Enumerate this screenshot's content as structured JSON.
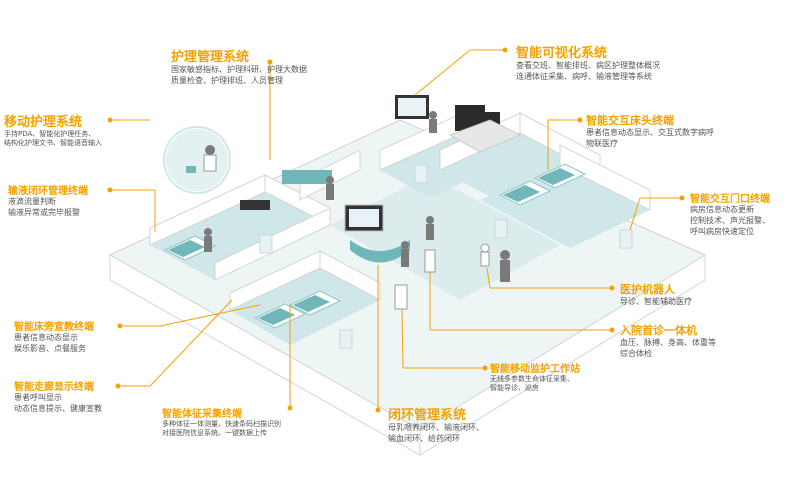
{
  "colors": {
    "accent": "#f5a200",
    "floor": "#cfe7e8",
    "teal": "#6fb7b9",
    "wall": "#ffffff",
    "wall_line": "#d5d5d5",
    "text": "#555555"
  },
  "labels": {
    "nursing_mgmt": {
      "title": "护理管理系统",
      "lines": [
        "国家敏感指标、护理科研、护理大数据",
        "质量检查、护理排班、人员管理"
      ]
    },
    "smart_visual": {
      "title": "智能可视化系统",
      "lines": [
        "查看交班、智能排班、病区护理整体概况",
        "连通体征采集、病呼、输液管理等系统"
      ]
    },
    "mobile_nursing": {
      "title": "移动护理系统",
      "lines": [
        "手持PDA、智能化护理任务、",
        "结构化护理文书、智能语音输入"
      ]
    },
    "bedside_terminal": {
      "title": "智能交互床头终端",
      "lines": [
        "患者信息动态显示、交互式数字病呼",
        "物联医疗"
      ]
    },
    "infusion": {
      "title": "输液闭环管理终端",
      "lines": [
        "液滴流量判断",
        "输液异常或完毕报警"
      ]
    },
    "door_terminal": {
      "title": "智能交互门口终端",
      "lines": [
        "病房信息动态更新",
        "控制技术、声光报警、",
        "呼叫病房快速定位"
      ]
    },
    "robot": {
      "title": "医护机器人",
      "lines": [
        "导诊、智能辅助医疗"
      ]
    },
    "bed_education": {
      "title": "智能床旁宣教终端",
      "lines": [
        "患者信息动态显示",
        "娱乐影音、点餐服务"
      ]
    },
    "admission": {
      "title": "入院首诊一体机",
      "lines": [
        "血压、脉搏、身高、体重等",
        "综合体检"
      ]
    },
    "mobile_station": {
      "title": "智能移动监护工作站",
      "lines": [
        "无线多参数生命体征采集、",
        "智能导诊、巡房"
      ]
    },
    "corridor": {
      "title": "智能走廊显示终端",
      "lines": [
        "患者呼叫显示",
        "动态信息提示、健康宣教"
      ]
    },
    "vital_signs": {
      "title": "智能体征采集终端",
      "lines": [
        "多种体征一体测量、快速条码扫描识别",
        "对接医院信息系统、一键数据上传"
      ]
    },
    "closed_loop": {
      "title": "闭环管理系统",
      "lines": [
        "母乳喂养闭环、输液闭环、",
        "输血闭环、给药闭环"
      ]
    }
  }
}
